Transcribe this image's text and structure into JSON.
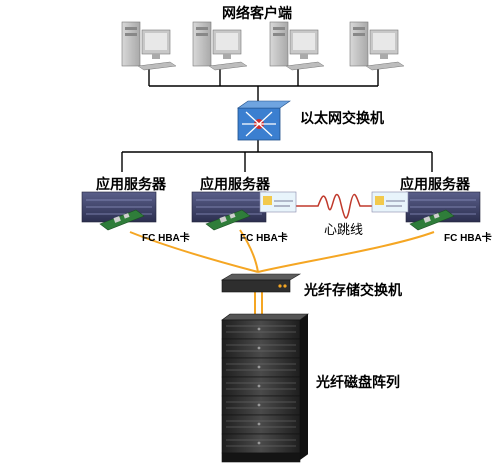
{
  "labels": {
    "clients": "网络客户端",
    "ethernet_switch": "以太网交换机",
    "app_server_1": "应用服务器",
    "app_server_2": "应用服务器",
    "app_server_3": "应用服务器",
    "hba_1": "FC HBA卡",
    "hba_2": "FC HBA卡",
    "hba_3": "FC HBA卡",
    "heartbeat": "心跳线",
    "fc_switch": "光纤存储交换机",
    "disk_array": "光纤磁盘阵列"
  },
  "colors": {
    "line": "#000000",
    "fiber_line": "#f5a623",
    "heartbeat_line": "#c0392b",
    "switch_blue": "#3b7fd0",
    "server_dark": "#3b3f66",
    "card_green": "#2f7d3a",
    "disk_dark": "#2a2a2a"
  },
  "icons": {
    "client": "desktop-computer-icon",
    "ethernet_switch": "network-switch-icon",
    "server": "rack-server-icon",
    "hba": "hba-card-icon",
    "fc_switch": "fc-switch-icon",
    "disk_array": "disk-array-icon"
  }
}
